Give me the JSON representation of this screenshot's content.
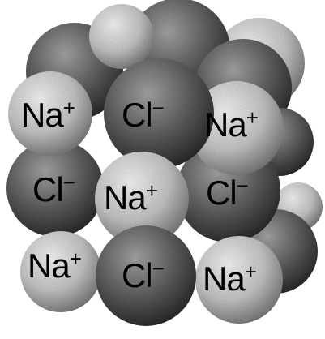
{
  "diagram": {
    "ions": [
      {
        "id": "na-top-left",
        "type": "na",
        "label": "Na",
        "charge": "+"
      },
      {
        "id": "cl-top-center",
        "type": "cl",
        "label": "Cl",
        "charge": "−"
      },
      {
        "id": "na-top-right",
        "type": "na",
        "label": "Na",
        "charge": "+"
      },
      {
        "id": "cl-mid-left",
        "type": "cl",
        "label": "Cl",
        "charge": "−"
      },
      {
        "id": "na-center",
        "type": "na",
        "label": "Na",
        "charge": "+"
      },
      {
        "id": "cl-mid-right",
        "type": "cl",
        "label": "Cl",
        "charge": "−"
      },
      {
        "id": "na-bottom-left",
        "type": "na",
        "label": "Na",
        "charge": "+"
      },
      {
        "id": "cl-bottom-center",
        "type": "cl",
        "label": "Cl",
        "charge": "−"
      },
      {
        "id": "na-bottom-right",
        "type": "na",
        "label": "Na",
        "charge": "+"
      }
    ],
    "colors": {
      "na_light": "#f2f2f2",
      "na_mid": "#b8b8b8",
      "na_dark": "#6e6e6e",
      "cl_light": "#9a9a9a",
      "cl_mid": "#5a5a5a",
      "cl_dark": "#1e1e1e",
      "label": "#000000"
    }
  }
}
